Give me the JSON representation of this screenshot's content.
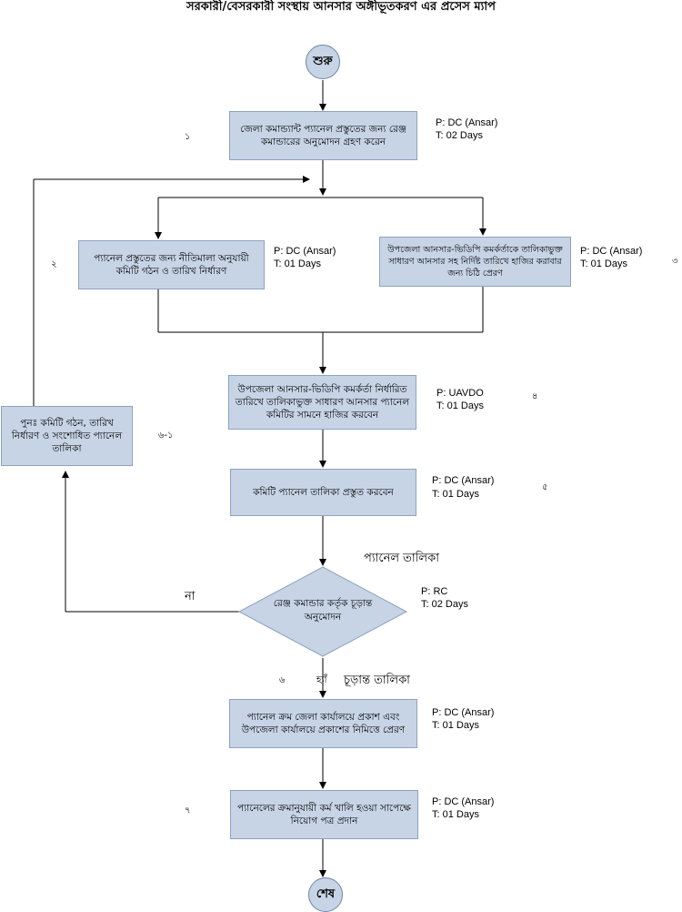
{
  "title": "সরকারী/বেসরকারী সংস্থায় আনসার অঙ্গীভূতকরণ এর প্রসেস ম্যাপ",
  "start": "শুরু",
  "end": "শেষ",
  "steps": [
    {
      "num": "১",
      "text": "জেলা কমান্ড্যান্ট প্যানেল প্রস্তুতের জন্য রেঞ্জ কমান্ডারের অনুমোদন গ্রহণ করেন",
      "p": "P: DC (Ansar)",
      "t": "T: 02 Days"
    },
    {
      "num": "২",
      "text": "প্যানেল প্রস্তুতের জন্য নীতিমালা অনুযায়ী কমিটি গঠন ও তারিখ নির্ধারণ",
      "p": "P: DC (Ansar)",
      "t": "T: 01 Days"
    },
    {
      "num": "৩",
      "text": "উপজেলা আনসার-ভিডিপি কমর্কর্তাকে তালিকাভুক্ত সাধারণ আনসার সহ নির্দিষ্ট তারিখে হাজির করাবার জন্য চিঠি প্রেরণ",
      "p": "P: DC (Ansar)",
      "t": "T: 01 Days"
    },
    {
      "num": "৪",
      "text": "উপজেলা আনসার-ভিডিপি কমর্কর্তা নির্ধারিত তারিখে তালিকাভুক্ত সাধারণ আনসার প্যানেল কমিটির সামনে হাজির করবেন",
      "p": "P: UAVDO",
      "t": "T: 01 Days"
    },
    {
      "num": "৫",
      "text": "কমিটি প্যানেল তালিকা প্রস্তুত করবেন",
      "p": "P: DC (Ansar)",
      "t": "T: 01 Days"
    },
    {
      "num": "৬",
      "text": "রেঞ্জ কমান্ডার কর্তৃক চূড়ান্ত অনুমোদন",
      "p": "P: RC",
      "t": "T: 02 Days"
    },
    {
      "num": "৬-১",
      "text": "পুনঃ  কমিটি গঠন, তারিখ নির্ধারণ ও সংশোধিত প্যানেল তালিকা"
    },
    {
      "text": "প্যানেল ক্রম জেলা কার্যালয়ে প্রকাশ এবং উপজেলা কার্যালয়ে প্রকাশের নিমিত্তে প্রেরণ",
      "p": "P: DC (Ansar)",
      "t": "T: 01 Days"
    },
    {
      "num": "৭",
      "text": "প্যানেলের ক্রমানুযায়ী কর্ম খালি হওয়া সাপেক্ষে নিয়োগ পত্র প্রদান",
      "p": "P: DC (Ansar)",
      "t": "T: 01 Days"
    }
  ],
  "labels": {
    "panel_list": "প্যানেল তালিকা",
    "final_list": "চূড়ান্ত তালিকা",
    "no": "না",
    "yes": "হ্যাঁ"
  }
}
